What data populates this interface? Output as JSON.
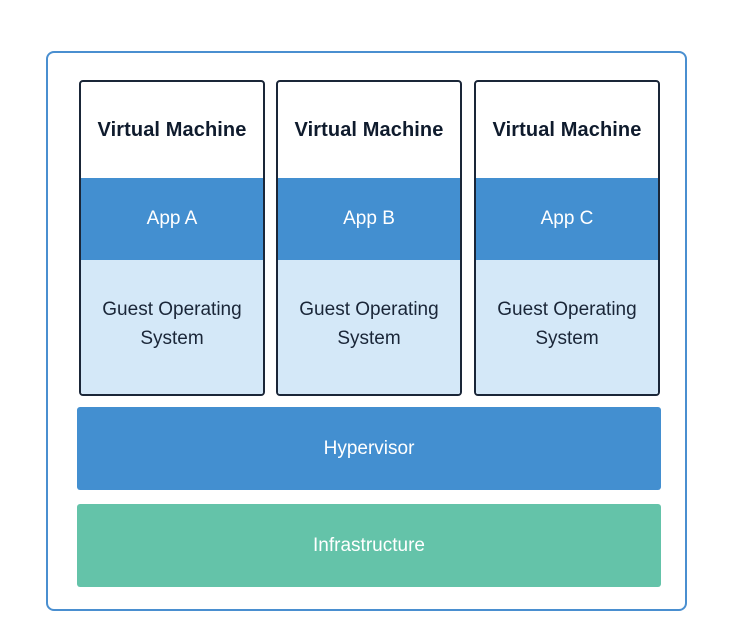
{
  "virtual_machines": [
    {
      "title": "Virtual Machine",
      "app": "App A",
      "guest_os": "Guest Operating System"
    },
    {
      "title": "Virtual Machine",
      "app": "App B",
      "guest_os": "Guest Operating System"
    },
    {
      "title": "Virtual Machine",
      "app": "App C",
      "guest_os": "Guest Operating System"
    }
  ],
  "hypervisor": {
    "label": "Hypervisor"
  },
  "infrastructure": {
    "label": "Infrastructure"
  },
  "colors": {
    "frame_border": "#4a8fd0",
    "vm_border": "#1a2638",
    "app_fill": "#438fd0",
    "guest_os_fill": "#d4e8f8",
    "hypervisor_fill": "#438fd0",
    "infrastructure_fill": "#64c3a9"
  }
}
